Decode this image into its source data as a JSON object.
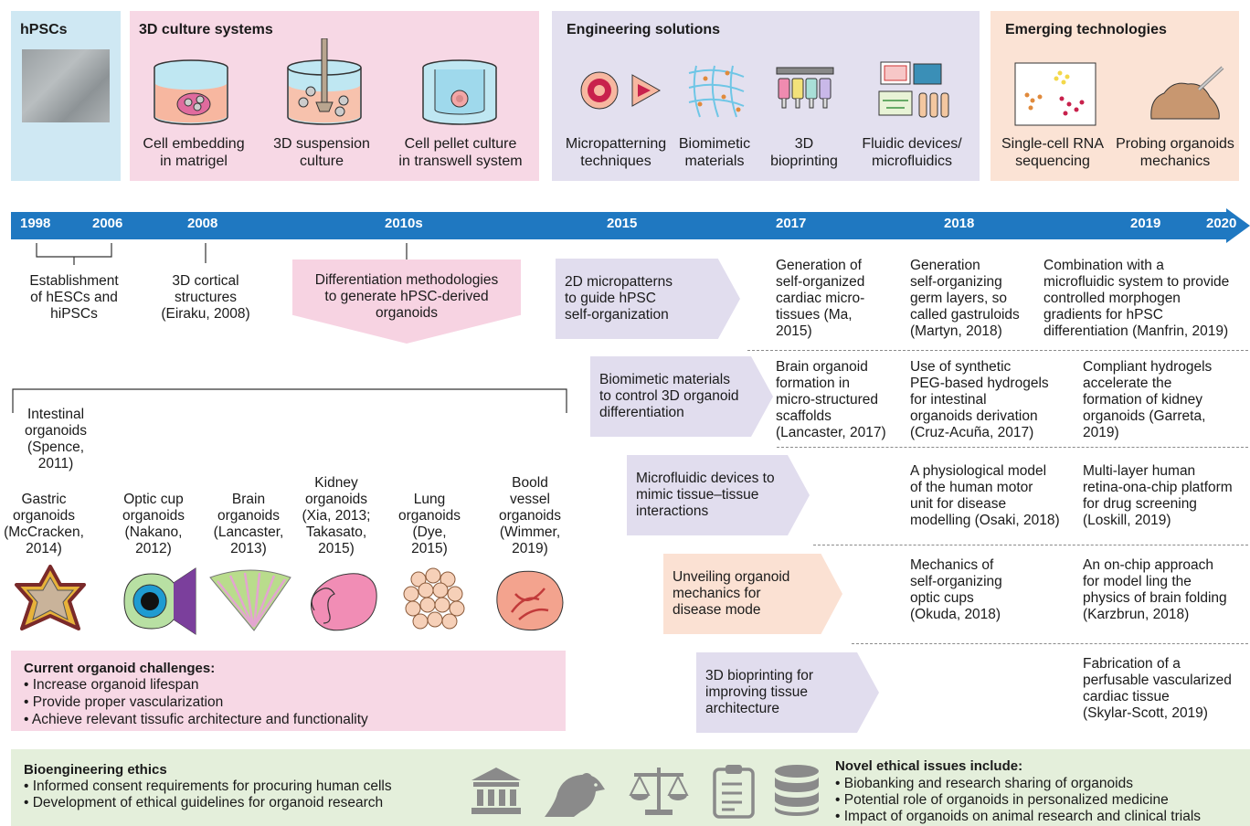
{
  "top_panels": {
    "hpsc": {
      "title": "hPSCs"
    },
    "culture": {
      "title": "3D culture systems",
      "items": [
        "Cell embedding\nin matrigel",
        "3D suspension\nculture",
        "Cell pellet culture\nin transwell system"
      ]
    },
    "engineering": {
      "title": "Engineering solutions",
      "items": [
        "Micropatterning\ntechniques",
        "Biomimetic\nmaterials",
        "3D\nbioprinting",
        "Fluidic devices/\nmicrofluidics"
      ]
    },
    "emerging": {
      "title": "Emerging technologies",
      "items": [
        "Single-cell RNA\nsequencing",
        "Probing organoids\nmechanics"
      ]
    }
  },
  "timeline": {
    "years": [
      "1998",
      "2006",
      "2008",
      "2010s",
      "2015",
      "2017",
      "2018",
      "2019",
      "2020"
    ]
  },
  "milestones": {
    "establishment": "Establishment\nof hESCs and\nhiPSCs",
    "cortical": "3D cortical\nstructures\n(Eiraku, 2008)",
    "differentiation": "Differentiation methodologies\nto generate hPSC-derived\norganoids"
  },
  "organoids": {
    "intestinal": "Intestinal\norganoids\n(Spence,\n2011)",
    "items": [
      "Gastric\norganoids\n(McCracken,\n2014)",
      "Optic cup\norganoids\n(Nakano,\n2012)",
      "Brain\norganoids\n(Lancaster,\n2013)",
      "Kidney\norganoids\n(Xia, 2013;\nTakasato,\n2015)",
      "Lung\norganoids\n(Dye,\n2015)",
      "Boold\nvessel\norganoids\n(Wimmer,\n2019)"
    ]
  },
  "challenges": {
    "title": "Current organoid challenges:",
    "items": [
      "• Increase organoid lifespan",
      "• Provide proper vascularization",
      "• Achieve relevant tissufic architecture and functionality"
    ]
  },
  "approaches": [
    {
      "label": "2D micropatterns\nto guide hPSC\nself-organization",
      "cells": [
        "Generation of\nself-organized\ncardiac micro-\ntissues (Ma,\n2015)",
        "Generation\nself-organizing\ngerm layers, so\ncalled gastruloids\n(Martyn, 2018)",
        "Combination with a\nmicrofluidic system to provide\ncontrolled morphogen\ngradients for hPSC\ndifferentiation (Manfrin, 2019)"
      ]
    },
    {
      "label": "Biomimetic materials\nto control 3D organoid\ndifferentiation",
      "cells": [
        "Brain organoid\nformation in\nmicro-structured\nscaffolds\n(Lancaster, 2017)",
        "Use of synthetic\nPEG-based hydrogels\nfor intestinal\norganoids derivation\n(Cruz-Acuña, 2017)",
        "Compliant hydrogels\naccelerate the\nformation of kidney\norganoids (Garreta,\n2019)"
      ]
    },
    {
      "label": "Microfluidic devices to\nmimic tissue–tissue\ninteractions",
      "cells": [
        "A physiological model\nof the human motor\nunit for disease\nmodelling (Osaki, 2018)",
        "Multi-layer human\nretina-ona-chip platform\nfor drug screening\n(Loskill, 2019)"
      ]
    },
    {
      "label": "Unveiling organoid\nmechanics for\ndisease mode",
      "cells": [
        "Mechanics of\nself-organizing\noptic cups\n(Okuda, 2018)",
        "An on-chip approach\nfor model ling the\nphysics of brain folding\n(Karzbrun, 2018)"
      ]
    },
    {
      "label": "3D bioprinting for\nimproving tissue\narchitecture",
      "cells": [
        "Fabrication of a\nperfusable vascularized\ncardiac tissue\n(Skylar-Scott, 2019)"
      ]
    }
  ],
  "ethics": {
    "title": "Bioengineering ethics",
    "items": [
      "• Informed consent requirements for procuring human cells",
      "• Development of ethical guidelines for organoid research"
    ],
    "issues_title": "Novel ethical issues include:",
    "issues": [
      "• Biobanking and research sharing of organoids",
      "• Potential role of organoids in personalized medicine",
      "• Impact of organoids on animal research and clinical trials"
    ],
    "icons": [
      "institution-icon",
      "rat-icon",
      "scales-icon",
      "checklist-icon",
      "database-icon"
    ]
  },
  "colors": {
    "timeline": "#1f78c1",
    "hpsc_panel": "#cfe8f3",
    "culture_panel": "#f7d8e5",
    "engineering_panel": "#e3e0ef",
    "emerging_panel": "#fbe3d5",
    "ethics_panel": "#e4efdb",
    "purple_chevron": "#e1ddee",
    "orange_chevron": "#fbe1d3",
    "pink_chevron": "#f7d3e2"
  }
}
